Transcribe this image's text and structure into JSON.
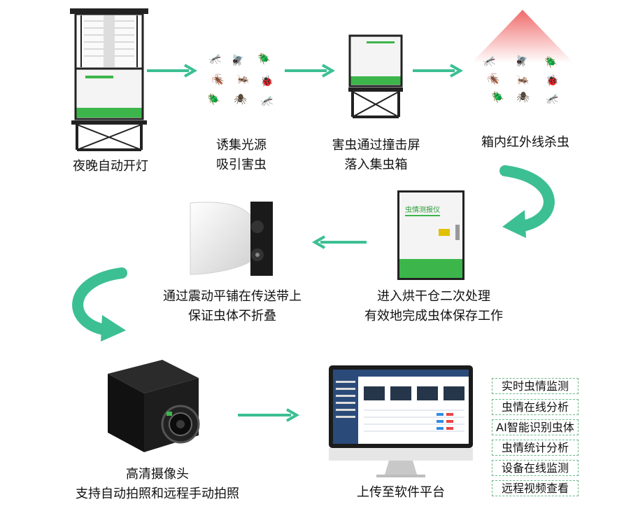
{
  "steps": {
    "s1": {
      "line1": "夜晚自动开灯"
    },
    "s2": {
      "line1": "诱集光源",
      "line2": "吸引害虫"
    },
    "s3": {
      "line1": "害虫通过撞击屏",
      "line2": "落入集虫箱"
    },
    "s4": {
      "line1": "箱内红外线杀虫"
    },
    "s5": {
      "line1": "进入烘干仓二次处理",
      "line2": "有效地完成虫体保存工作"
    },
    "s6": {
      "line1": "通过震动平铺在传送带上",
      "line2": "保证虫体不折叠"
    },
    "s7": {
      "line1": "高清摄像头",
      "line2": "支持自动拍照和远程手动拍照"
    },
    "s8": {
      "line1": "上传至软件平台"
    }
  },
  "device": {
    "panel_label": "虫情测报仪"
  },
  "features": [
    "实时虫情监测",
    "虫情在线分析",
    "AI智能识别虫体",
    "虫情统计分析",
    "设备在线监测",
    "远程视频查看"
  ],
  "colors": {
    "arrow": "#3cbf93",
    "device_green": "#3cb64a",
    "heat": "#f06a6a"
  },
  "icons": {
    "bugs": "insect-icon",
    "arrow": "arrow-right-icon",
    "curve": "curved-arrow-icon"
  }
}
